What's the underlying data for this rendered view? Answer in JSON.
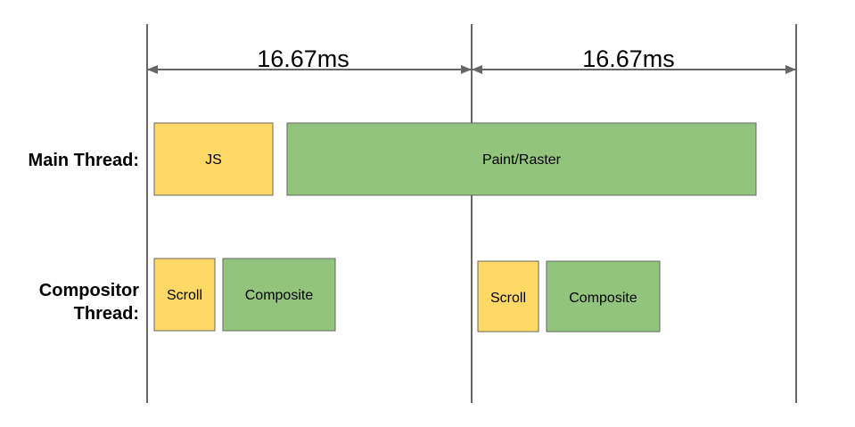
{
  "frames": [
    {
      "duration_label": "16.67ms"
    },
    {
      "duration_label": "16.67ms"
    }
  ],
  "rows": {
    "main": {
      "label": "Main Thread:"
    },
    "compositor": {
      "label_line1": "Compositor",
      "label_line2": "Thread:"
    }
  },
  "tasks": {
    "main_js": "JS",
    "main_paint": "Paint/Raster",
    "comp_scroll_1": "Scroll",
    "comp_composite_1": "Composite",
    "comp_scroll_2": "Scroll",
    "comp_composite_2": "Composite"
  },
  "colors": {
    "yellow": "#ffd966",
    "green": "#93c47d",
    "border": "#666666",
    "line": "#666666"
  }
}
